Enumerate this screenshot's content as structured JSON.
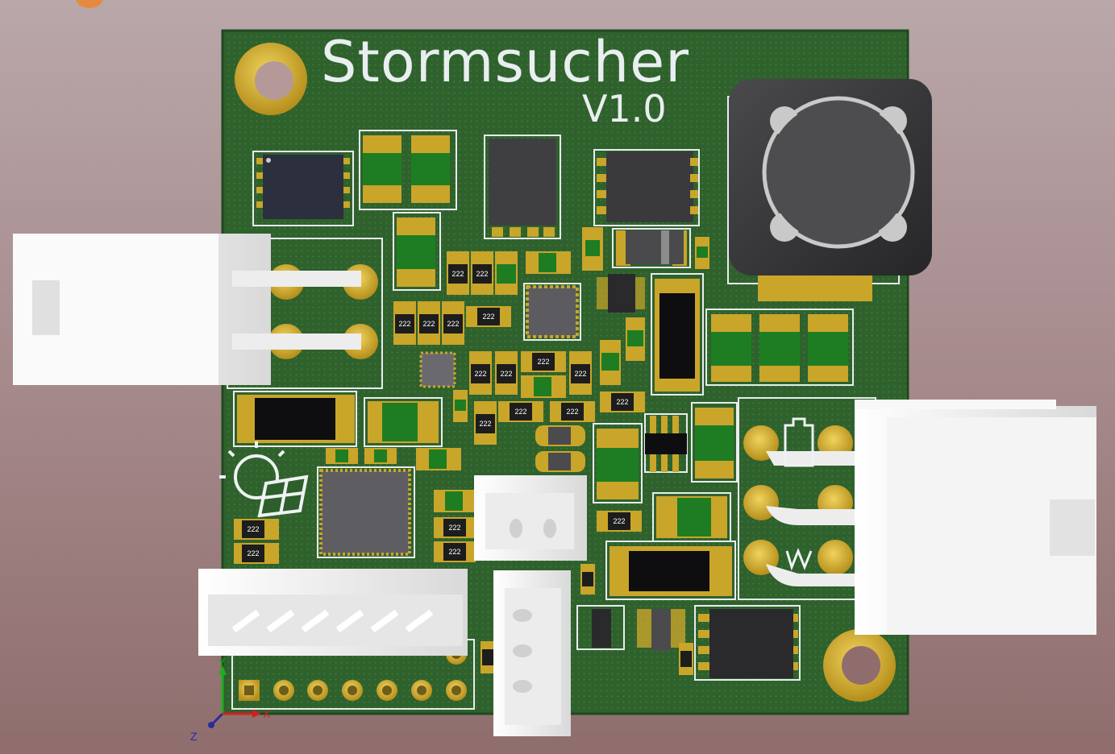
{
  "board": {
    "brand": "Stormsucher",
    "version": "V1.0",
    "resistor_code": "222",
    "colors": {
      "pcb": "#2e5e2c",
      "pad_gold": "#c9a52a",
      "silkscreen": "#eef2f2",
      "connector": "#f2f2f2",
      "ic": "#2e2e33"
    }
  },
  "axes": {
    "x": "X",
    "y": "Y",
    "z": "Z"
  }
}
